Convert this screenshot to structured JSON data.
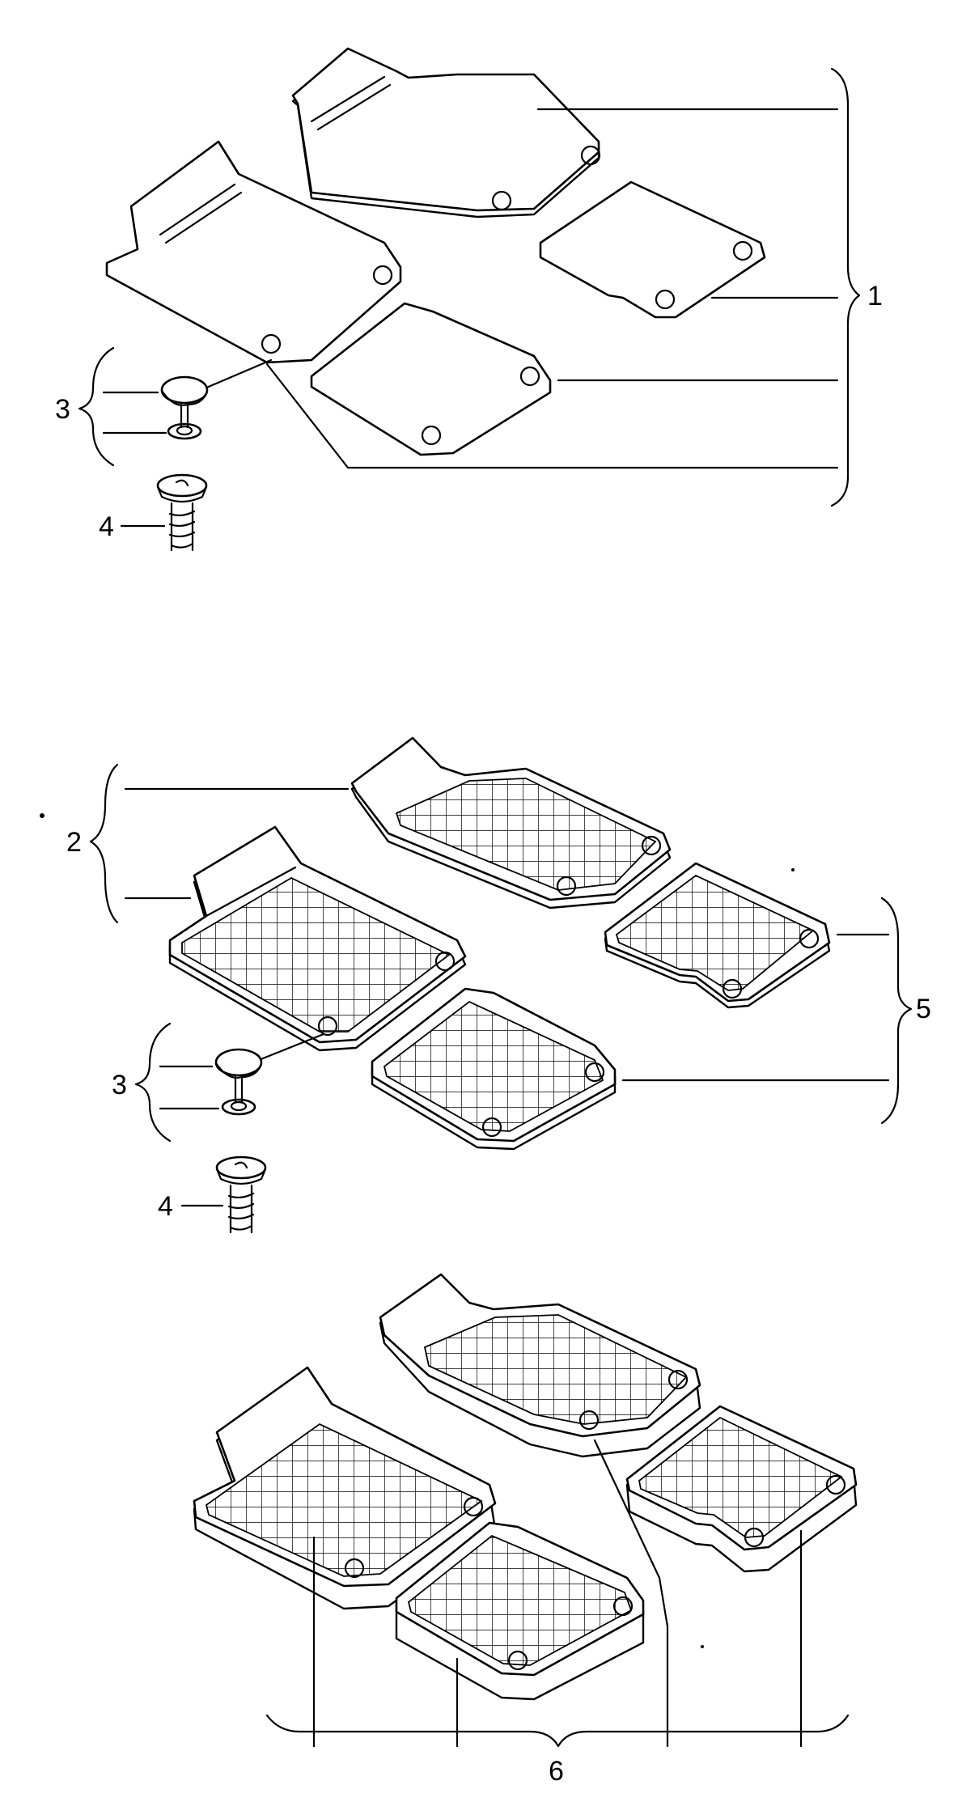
{
  "labels": {
    "l1": "1",
    "l2": "2",
    "l3a": "3",
    "l3b": "3",
    "l4a": "4",
    "l4b": "4",
    "l5": "5",
    "l6": "6"
  }
}
